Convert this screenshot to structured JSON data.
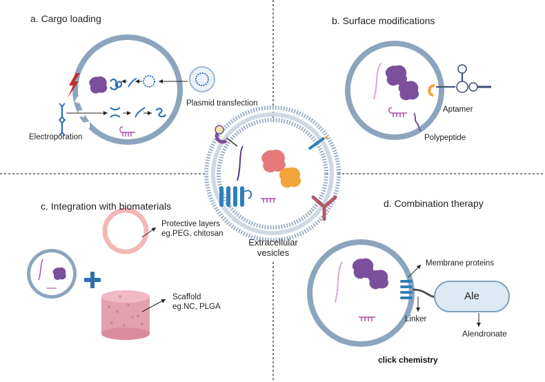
{
  "panels": {
    "a": {
      "title": "a. Cargo loading",
      "plasmid_label": "Plasmid transfection",
      "electro_label": "Electroporation"
    },
    "b": {
      "title": "b. Surface modifications",
      "aptamer_label": "Aptamer",
      "polypeptide_label": "Polypeptide"
    },
    "c": {
      "title": "c. Integration with biomaterials",
      "protective_line1": "Protective layers",
      "protective_line2": "eg.PEG, chitosan",
      "scaffold_line1": "Scaffold",
      "scaffold_line2": "eg.NC, PLGA"
    },
    "d": {
      "title": "d. Combination therapy",
      "membrane_label": "Membrane proteins",
      "linker_label": "Linker",
      "ale_label": "Ale",
      "alendronate_label": "Alendronate",
      "click_label": "click chemistry"
    }
  },
  "center": {
    "line1": "Extracellular",
    "line2": "vesicles"
  },
  "colors": {
    "vesicle_outer": "#8da4bf",
    "vesicle_inner": "#ffffff",
    "vesicle_fill": "#dfe6ef",
    "protein_purple": "#7c4f9c",
    "rna_pink": "#b04fa6",
    "dna_blue": "#2c6fb5",
    "receptor_blue": "#2f7fb7",
    "protein_salmon": "#e67a7a",
    "protein_orange": "#f2a33a",
    "antibody_red": "#b05a6a",
    "ale_fill": "#dde9f5",
    "ale_stroke": "#7f9ec0",
    "scaffold_pink": "#e3a1b0",
    "protective_ring": "#f2b8b8",
    "bolt_red": "#c0302e",
    "divider": "#333333"
  }
}
